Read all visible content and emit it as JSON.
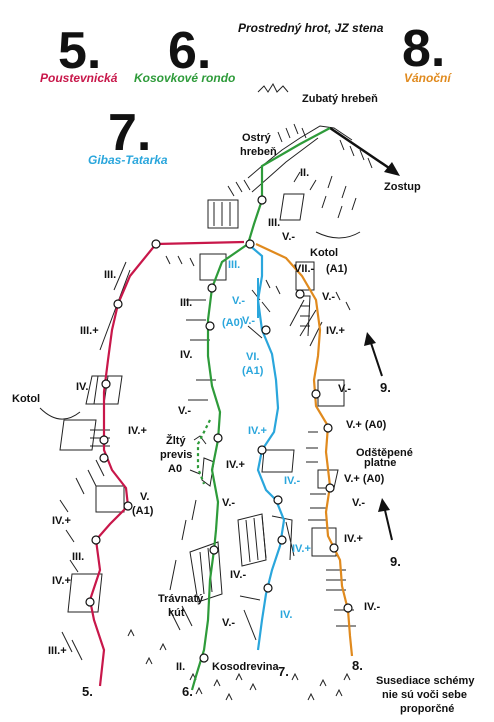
{
  "title": "Prostredný hrot, JZ stena",
  "routes": [
    {
      "number": "5.",
      "name": "Poustevnická",
      "color": "#c8174a"
    },
    {
      "number": "6.",
      "name": "Kosovkové rondo",
      "color": "#2e9b3a"
    },
    {
      "number": "7.",
      "name": "Gibas-Tatarka",
      "color": "#2aa6dc"
    },
    {
      "number": "8.",
      "name": "Vánoční",
      "color": "#e08a1e"
    }
  ],
  "places": {
    "zubaty": "Zubatý hrebeň",
    "ostry_1": "Ostrý",
    "ostry_2": "hrebeň",
    "zostup": "Zostup",
    "kotol_left": "Kotol",
    "kotol_right": "Kotol",
    "zlty_1": "Žltý",
    "zlty_2": "previs",
    "zlty_3": "A0",
    "travnaty_1": "Trávnatý",
    "travnaty_2": "kút",
    "odstepene_1": "Odštěpené",
    "odstepene_2": "platne",
    "kosodrevina": "Kosodrevina"
  },
  "grades": {
    "r5": [
      "III.",
      "III.+",
      "IV.",
      "IV.+",
      "V.",
      "(A1)",
      "IV.+",
      "III.",
      "IV.+",
      "III.+"
    ],
    "r6": [
      "II.",
      "III.",
      "III.",
      "IV.",
      "V.-",
      "IV.+",
      "V.-",
      "IV.-",
      "V.-",
      "II."
    ],
    "r7": [
      "III.",
      "V.-",
      "(A0)",
      "V.-",
      "VI.",
      "(A1)",
      "IV.+",
      "IV.-",
      "IV.+",
      "IV."
    ],
    "r8": [
      "V.-",
      "VII.-",
      "(A1)",
      "V.-",
      "IV.+",
      "V.-",
      "V.+ (A0)",
      "V.+ (A0)",
      "V.-",
      "IV.+",
      "IV.-"
    ]
  },
  "route_end_labels": [
    "5.",
    "6.",
    "7.",
    "8."
  ],
  "neighbour_numbers": [
    "9.",
    "9."
  ],
  "footnote": [
    "Susediace schémy",
    "nie sú voči sebe",
    "proporčné"
  ]
}
